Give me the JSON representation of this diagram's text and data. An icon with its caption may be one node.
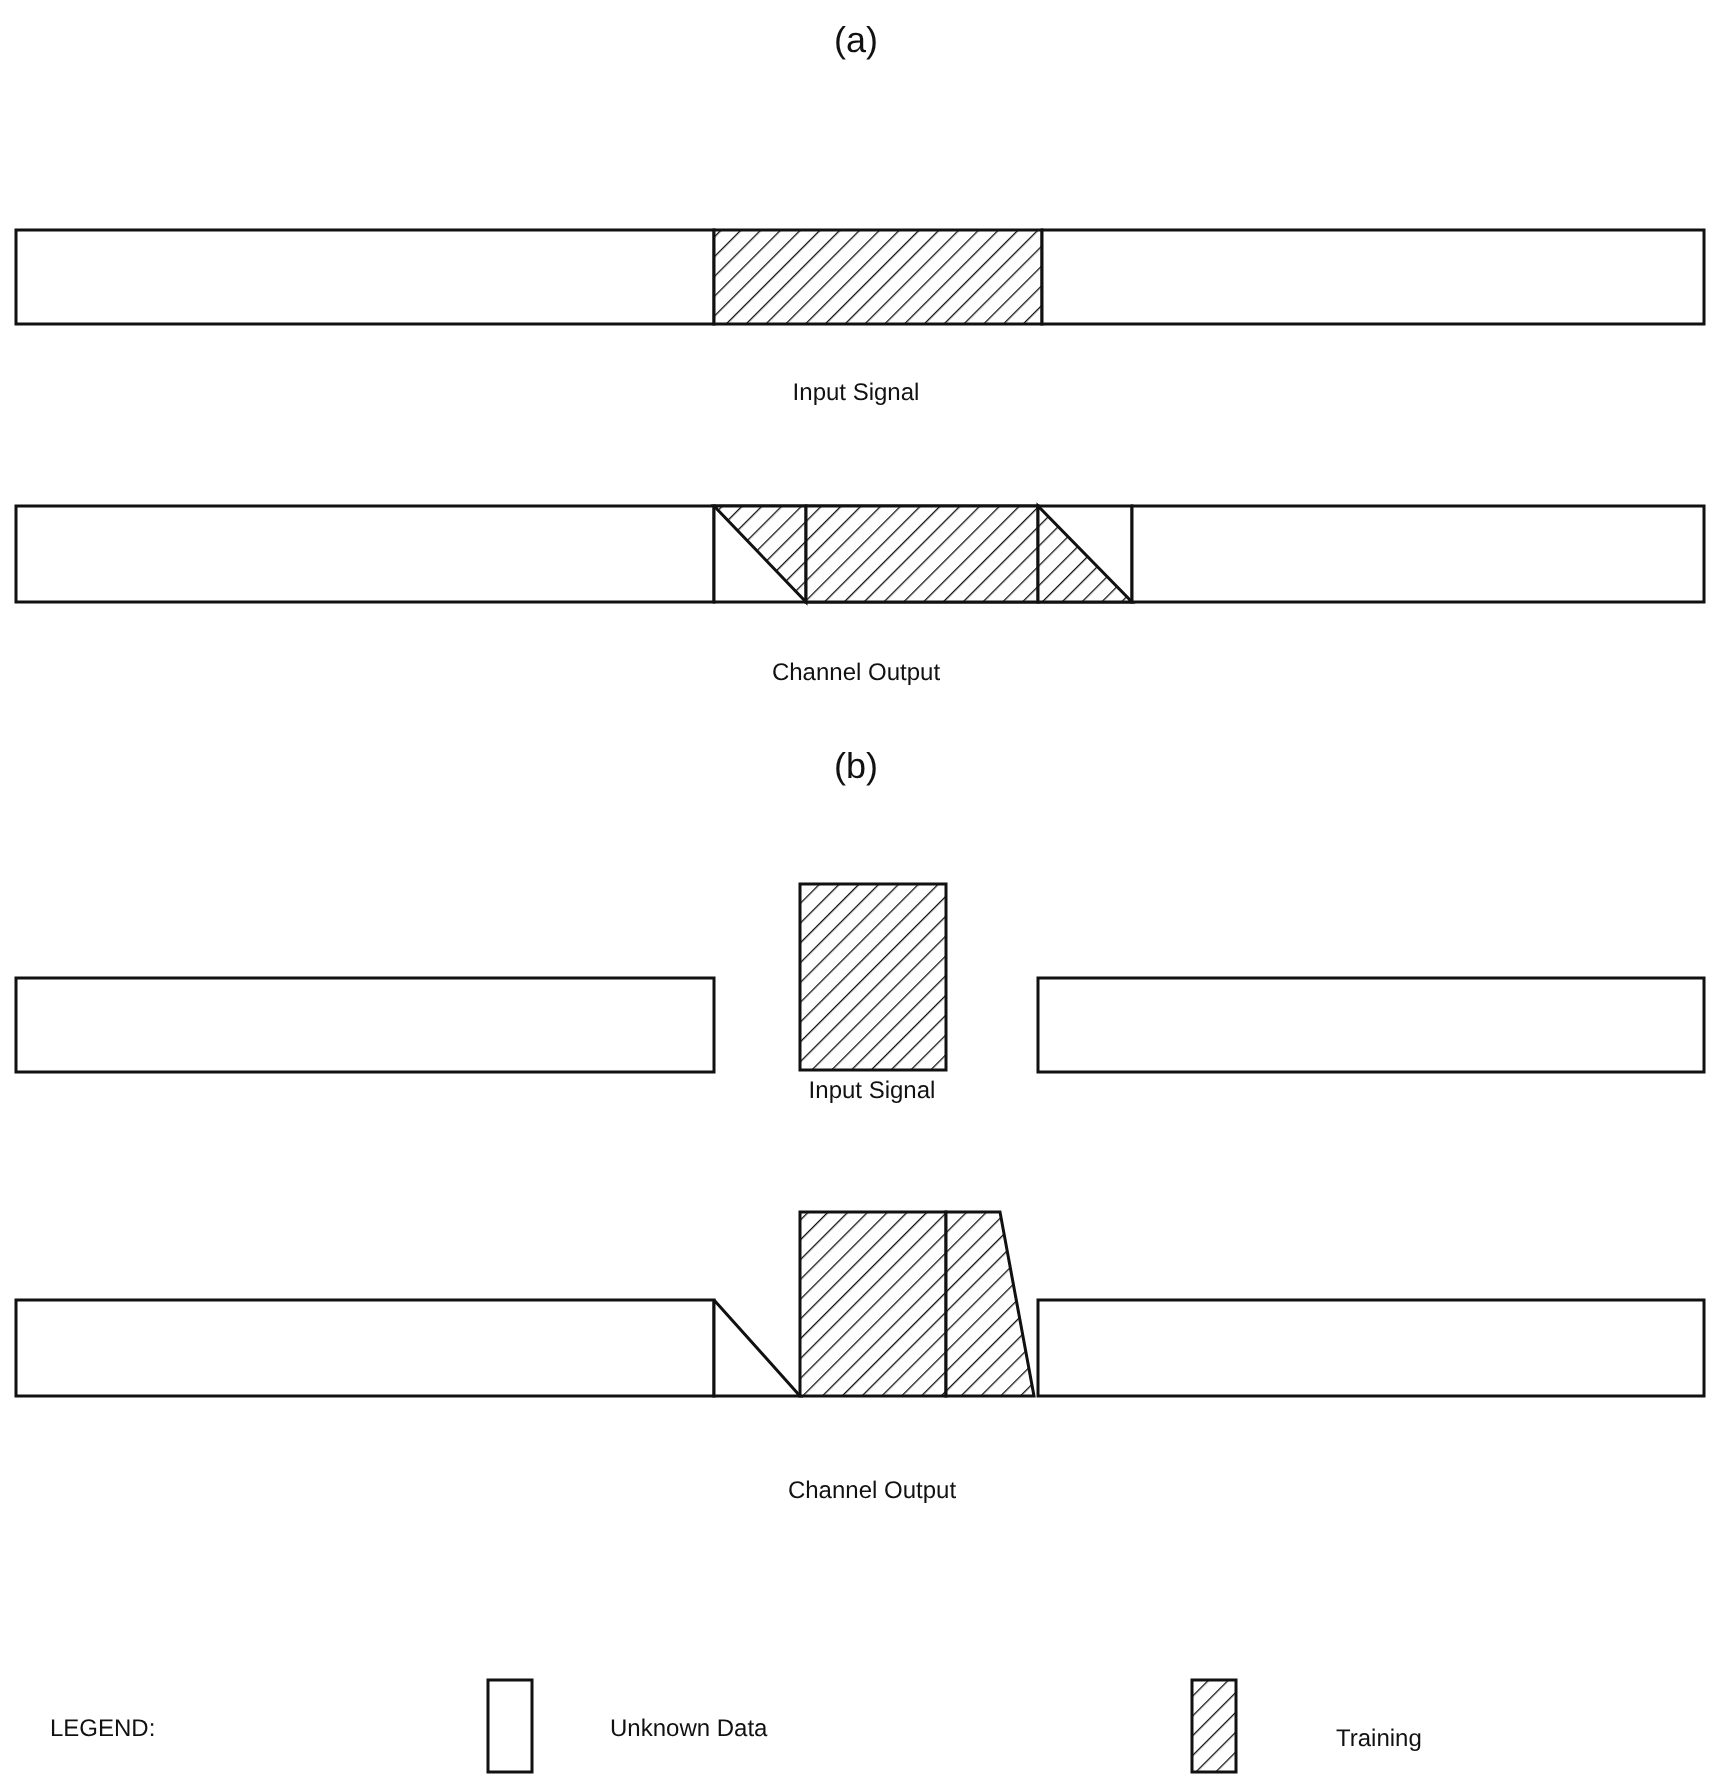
{
  "diagram": {
    "labels": [
      "(a)",
      "Input Signal",
      "Channel Output",
      "(b)",
      "Input Signal",
      "Channel Output",
      "LEGEND:"
    ],
    "legend": [
      {
        "text": "Unknown Data"
      },
      {
        "text": "Training"
      }
    ]
  }
}
